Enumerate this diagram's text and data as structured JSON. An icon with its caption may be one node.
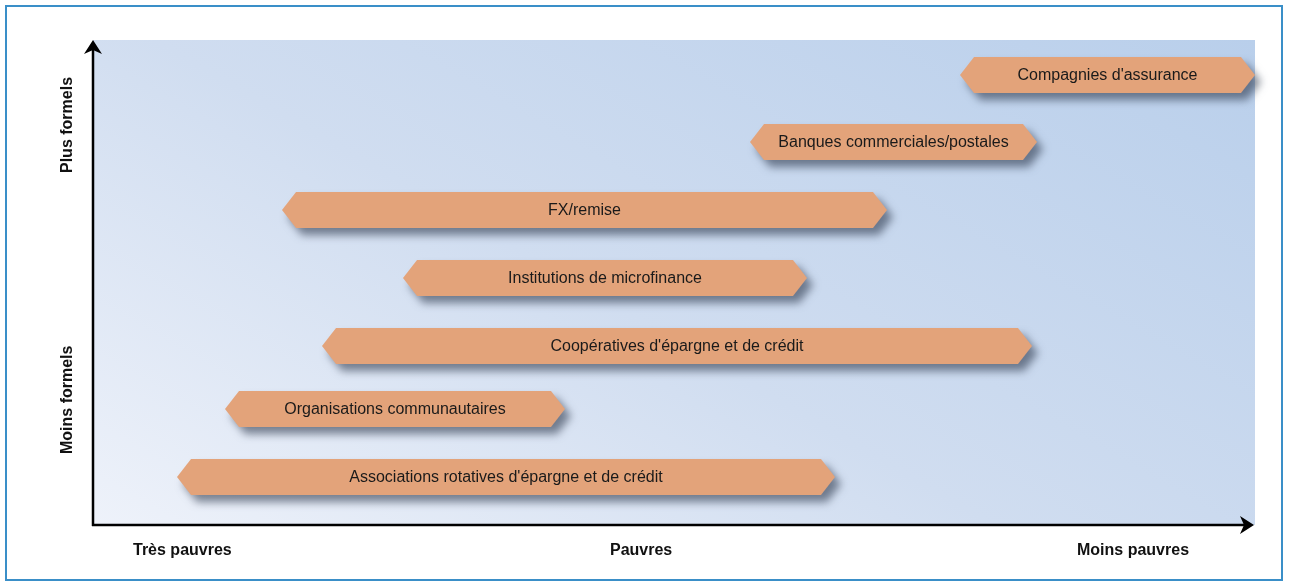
{
  "diagram": {
    "nodes": [
      {
        "text": [
          "Compagnies d'assurance"
        ]
      },
      {
        "text": [
          "Banques commerciales/postales"
        ]
      },
      {
        "text": [
          "FX/remise"
        ]
      },
      {
        "text": [
          "Institutions de microfinance"
        ]
      },
      {
        "text": [
          "Coopératives d'épargne et de crédit"
        ]
      },
      {
        "text": [
          "Organisations communautaires"
        ]
      },
      {
        "text": [
          "Associations rotatives d'épargne et de crédit"
        ]
      }
    ],
    "labels": [
      "Plus formels",
      "Moins formels",
      "Très pauvres",
      "Pauvres",
      "Moins pauvres"
    ]
  }
}
